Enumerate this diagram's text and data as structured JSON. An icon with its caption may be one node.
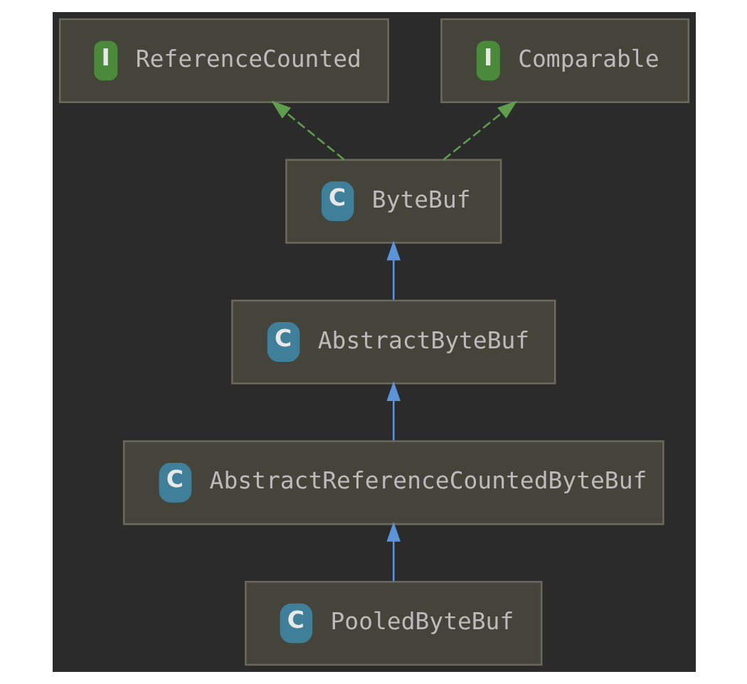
{
  "diagram": {
    "nodes": [
      {
        "text": [
          "I",
          "ReferenceCounted"
        ]
      },
      {
        "text": [
          "I",
          "Comparable"
        ]
      },
      {
        "text": [
          "C",
          "ByteBuf"
        ]
      },
      {
        "text": [
          "C",
          "AbstractByteBuf"
        ]
      },
      {
        "text": [
          "C",
          "AbstractReferenceCountedByteBuf"
        ]
      },
      {
        "text": [
          "C",
          "PooledByteBuf"
        ]
      }
    ],
    "edges": [
      {
        "from": 2,
        "to": 0,
        "arrow": "to",
        "style": "dashed",
        "color": "#5f9e4c"
      },
      {
        "from": 2,
        "to": 1,
        "arrow": "to",
        "style": "dashed",
        "color": "#5f9e4c"
      },
      {
        "from": 3,
        "to": 2,
        "arrow": "to"
      },
      {
        "from": 4,
        "to": 3,
        "arrow": "to"
      },
      {
        "from": 5,
        "to": 4,
        "arrow": "to"
      }
    ]
  }
}
